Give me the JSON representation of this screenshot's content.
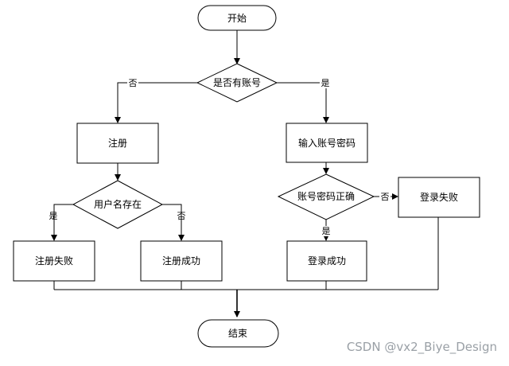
{
  "nodes": {
    "start": "开始",
    "has_account": "是否有账号",
    "register": "注册",
    "enter_credentials": "输入账号密码",
    "username_exists": "用户名存在",
    "credentials_correct": "账号密码正确",
    "login_fail": "登录失败",
    "register_fail": "注册失败",
    "register_success": "注册成功",
    "login_success": "登录成功",
    "end": "结束"
  },
  "edges": {
    "no": "否",
    "yes": "是"
  },
  "watermark": "CSDN @vx2_Biye_Design"
}
